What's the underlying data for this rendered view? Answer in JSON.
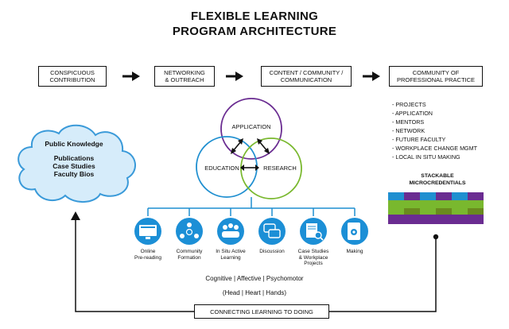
{
  "title": {
    "line1": "FLEXIBLE LEARNING",
    "line2": "PROGRAM ARCHITECTURE"
  },
  "flow": [
    {
      "line1": "CONSPICUOUS",
      "line2": "CONTRIBUTION"
    },
    {
      "line1": "NETWORKING",
      "line2": "& OUTREACH"
    },
    {
      "line1": "CONTENT / COMMUNITY /",
      "line2": "COMMUNICATION"
    },
    {
      "line1": "COMMUNITY OF",
      "line2": "PROFESSIONAL PRACTICE"
    }
  ],
  "cloud": {
    "heading": "Public Knowledge",
    "items": [
      "Publications",
      "Case Studies",
      "Faculty Bios"
    ]
  },
  "venn": {
    "application": "APPLICATION",
    "education": "EDUCATION",
    "research": "RESEARCH"
  },
  "practice_list": [
    "PROJECTS",
    "APPLICATION",
    "MENTORS",
    "NETWORK",
    "FUTURE FACULTY",
    "WORKPLACE CHANGE MGMT",
    "LOCAL IN SITU MAKING"
  ],
  "microcredentials": {
    "line1": "STACKABLE",
    "line2": "MICROCREDENTIALS"
  },
  "activities": [
    {
      "icon": "screen-icon",
      "line1": "Online",
      "line2": "Pre-reading",
      "line3": ""
    },
    {
      "icon": "people-network-icon",
      "line1": "Community",
      "line2": "Formation",
      "line3": ""
    },
    {
      "icon": "group-icon",
      "line1": "In Situ Active",
      "line2": "Learning",
      "line3": ""
    },
    {
      "icon": "chat-icon",
      "line1": "Discussion",
      "line2": "",
      "line3": ""
    },
    {
      "icon": "document-search-icon",
      "line1": "Case Studies",
      "line2": "& Workplace",
      "line3": "Projects"
    },
    {
      "icon": "gear-device-icon",
      "line1": "Making",
      "line2": "",
      "line3": ""
    }
  ],
  "domains": {
    "line1": "Cognitive | Affective | Psychomotor",
    "line2": "(Head | Heart | Hands)"
  },
  "loop_label": "CONNECTING LEARNING TO DOING",
  "colors": {
    "application": "#6a2c91",
    "education": "#1f8fd0",
    "research": "#79b82e",
    "icon": "#1c8fd6",
    "cloud_fill": "#d6ecfa",
    "cloud_stroke": "#3a9ad9",
    "purple": "#6a2c91",
    "green": "#79b82e",
    "blue": "#1f8fd0"
  }
}
